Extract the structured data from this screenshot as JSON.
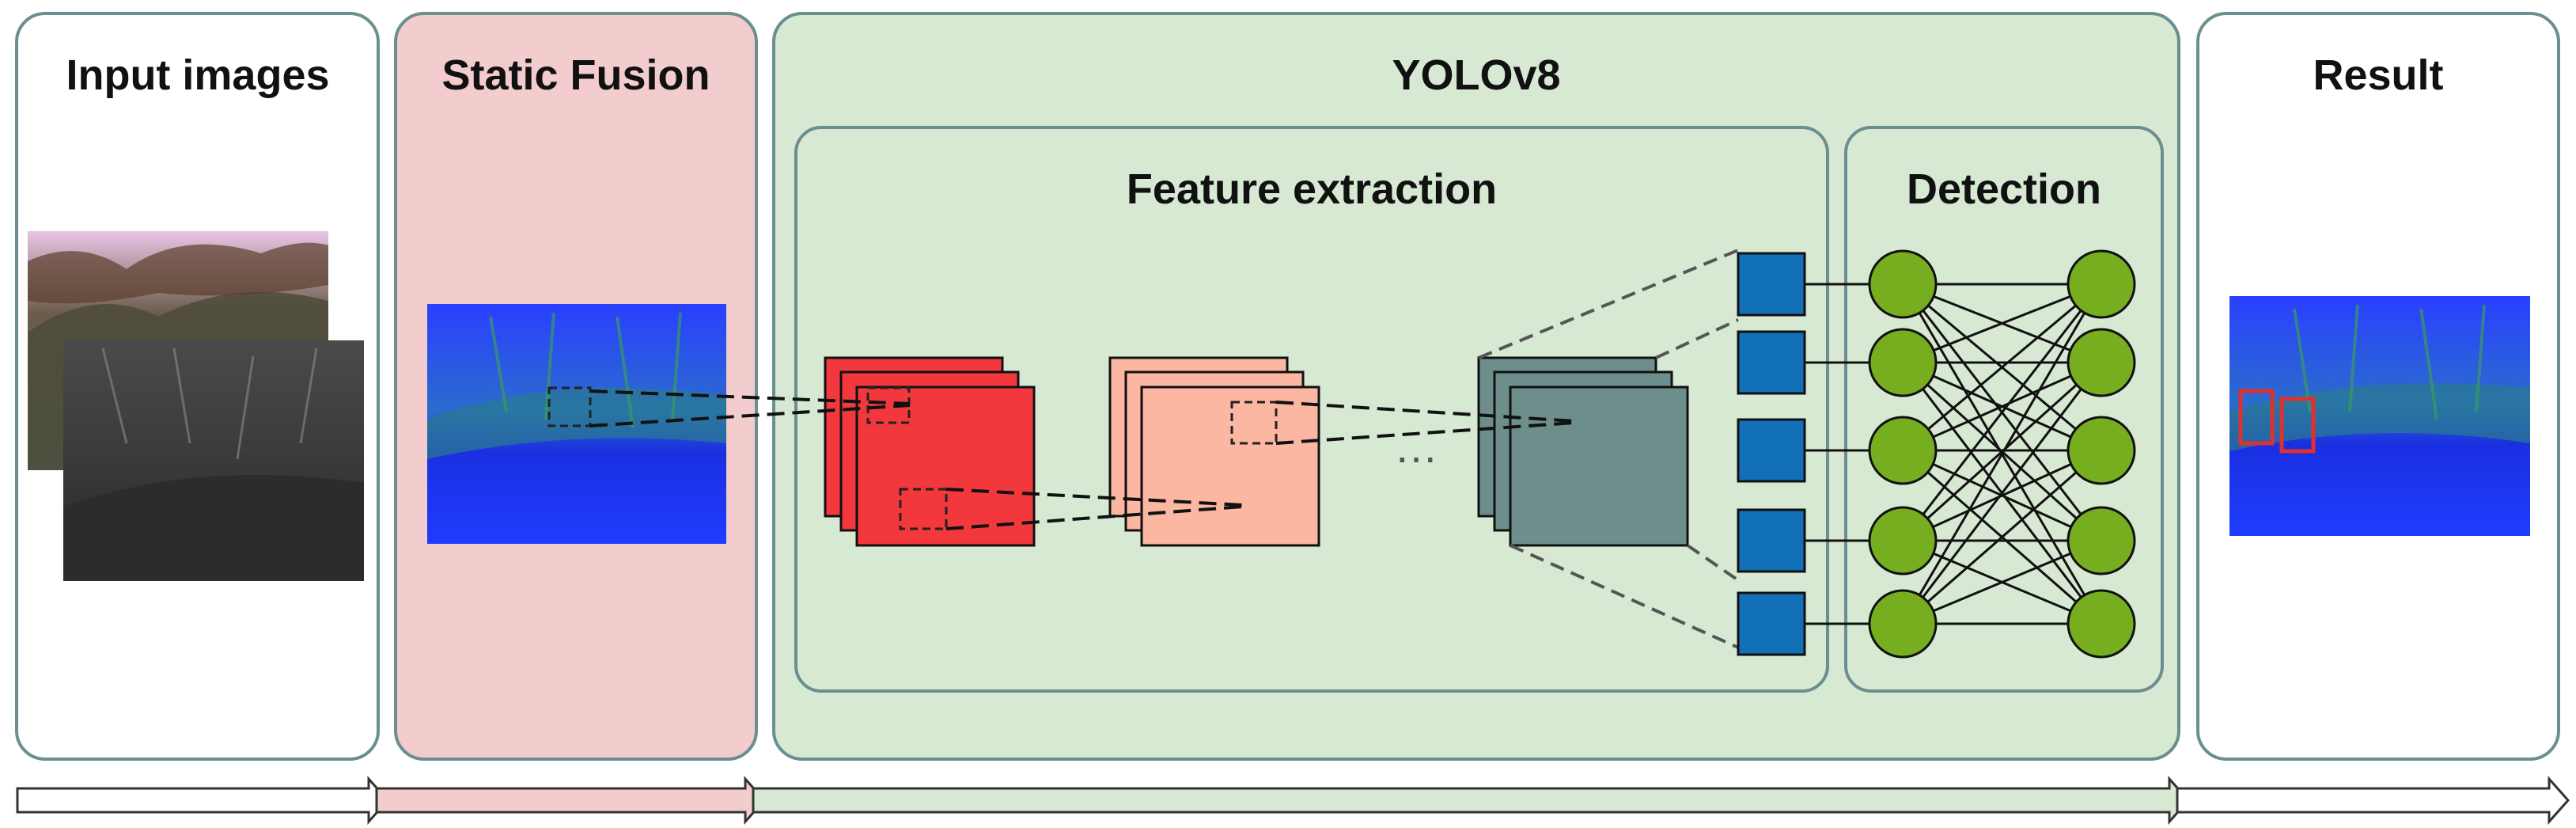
{
  "panels": {
    "input": {
      "title": "Input images"
    },
    "fusion": {
      "title": "Static Fusion"
    },
    "yolo": {
      "title": "YOLOv8"
    },
    "feature": {
      "title": "Feature extraction"
    },
    "detection": {
      "title": "Detection"
    },
    "result": {
      "title": "Result"
    }
  },
  "ellipsis": "…",
  "colors": {
    "panel_border": "#6b8e8e",
    "fusion_bg": "#f3cccd",
    "yolo_bg": "#d7e8d3",
    "feature_red": "#f2373d",
    "feature_salmon": "#fbb7a1",
    "feature_slate": "#6e8e8c",
    "detect_square": "#1170b8",
    "detect_node": "#76ae1f",
    "box_red": "#e03030"
  },
  "network": {
    "squares": 5,
    "input_nodes": 5,
    "output_nodes": 5
  }
}
